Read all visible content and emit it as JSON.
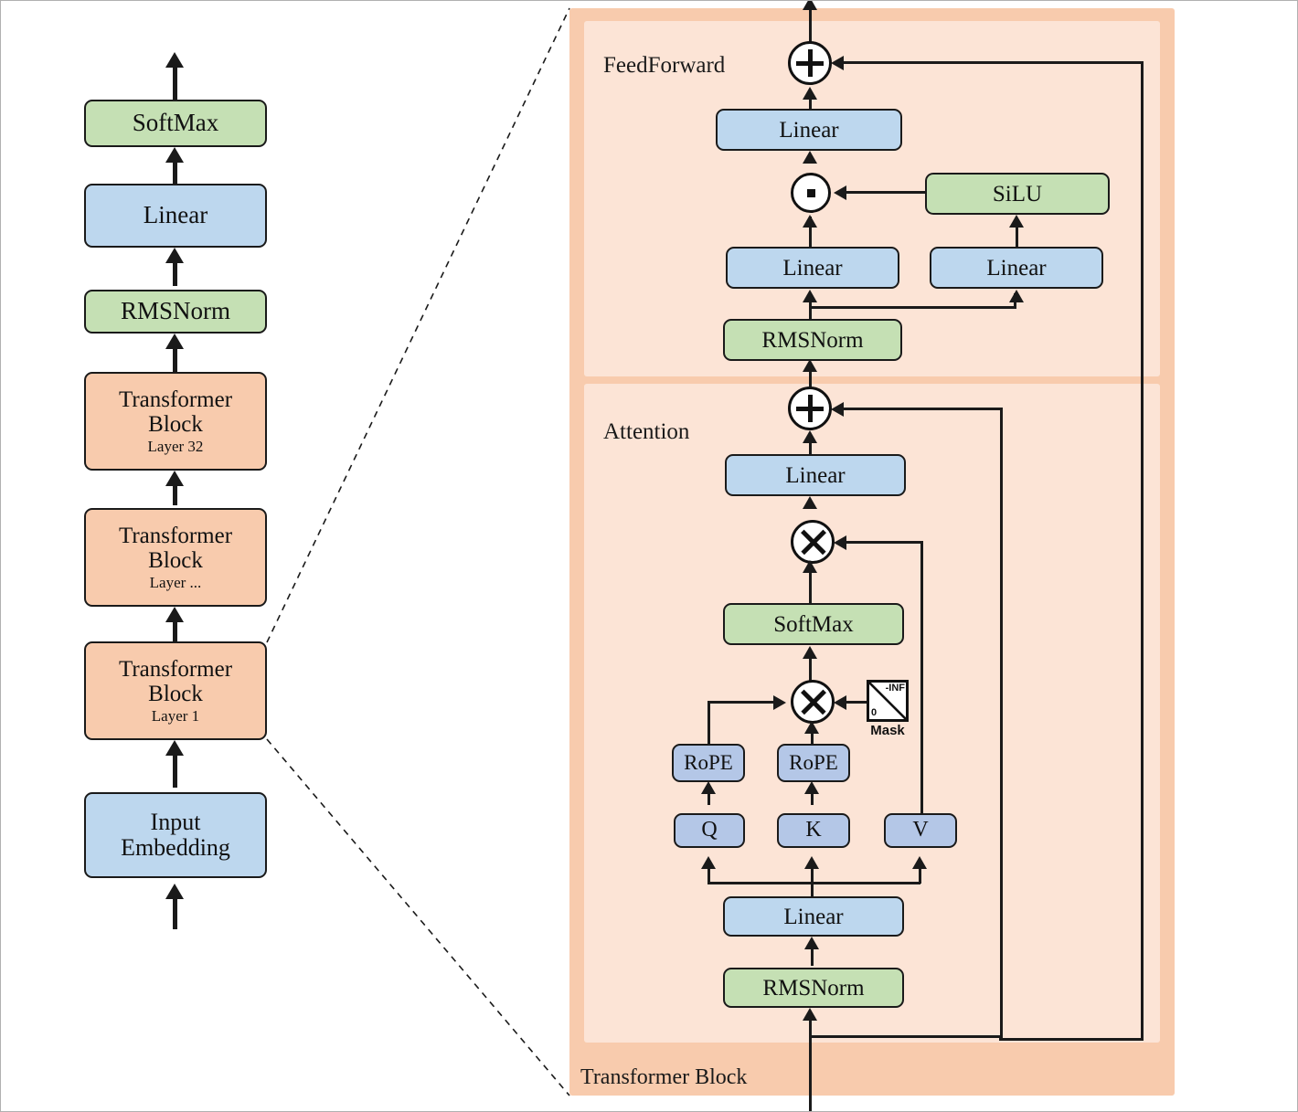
{
  "figure": {
    "title": "LLaMA-style Transformer architecture diagram",
    "colors": {
      "blue": "#bdd7ee",
      "blue_dark": "#b4c7e7",
      "green": "#c5e0b4",
      "peach": "#f8cbad",
      "peach_light": "#fce4d6",
      "stroke": "#1a1a1a"
    }
  },
  "stack": {
    "name": "model-stack",
    "nodes": [
      {
        "id": "softmax",
        "label": "SoftMax",
        "sublabel": "",
        "color": "green"
      },
      {
        "id": "linear-head",
        "label": "Linear",
        "sublabel": "",
        "color": "blue"
      },
      {
        "id": "rmsnorm-final",
        "label": "RMSNorm",
        "sublabel": "",
        "color": "green"
      },
      {
        "id": "block-32",
        "label": "Transformer Block",
        "sublabel": "Layer 32",
        "color": "peach"
      },
      {
        "id": "block-dots",
        "label": "Transformer Block",
        "sublabel": "Layer ...",
        "color": "peach"
      },
      {
        "id": "block-1",
        "label": "Transformer Block",
        "sublabel": "Layer 1",
        "color": "peach"
      },
      {
        "id": "input-embedding",
        "label": "Input Embedding",
        "sublabel": "",
        "color": "blue"
      }
    ]
  },
  "detail": {
    "outer_panel_label": "Transformer Block",
    "feedforward": {
      "panel_label": "FeedForward",
      "add_op": "plus",
      "mul_op": "dot",
      "nodes": [
        {
          "id": "ff-linear-out",
          "label": "Linear",
          "color": "blue"
        },
        {
          "id": "ff-silu",
          "label": "SiLU",
          "color": "green"
        },
        {
          "id": "ff-linear-gate",
          "label": "Linear",
          "color": "blue"
        },
        {
          "id": "ff-linear-up",
          "label": "Linear",
          "color": "blue"
        },
        {
          "id": "ff-rmsnorm",
          "label": "RMSNorm",
          "color": "green"
        }
      ]
    },
    "attention": {
      "panel_label": "Attention",
      "add_op": "plus",
      "matmul_op": "times",
      "nodes": [
        {
          "id": "attn-linear-out",
          "label": "Linear",
          "color": "blue"
        },
        {
          "id": "attn-softmax",
          "label": "SoftMax",
          "color": "green"
        },
        {
          "id": "rope-q",
          "label": "RoPE",
          "color": "blue2"
        },
        {
          "id": "rope-k",
          "label": "RoPE",
          "color": "blue2"
        },
        {
          "id": "q",
          "label": "Q",
          "color": "blue2"
        },
        {
          "id": "k",
          "label": "K",
          "color": "blue2"
        },
        {
          "id": "v",
          "label": "V",
          "color": "blue2"
        },
        {
          "id": "attn-linear-qkv",
          "label": "Linear",
          "color": "blue"
        },
        {
          "id": "attn-rmsnorm",
          "label": "RMSNorm",
          "color": "green"
        }
      ],
      "mask": {
        "label": "Mask",
        "upper_value": "-INF",
        "lower_value": "0"
      }
    }
  }
}
